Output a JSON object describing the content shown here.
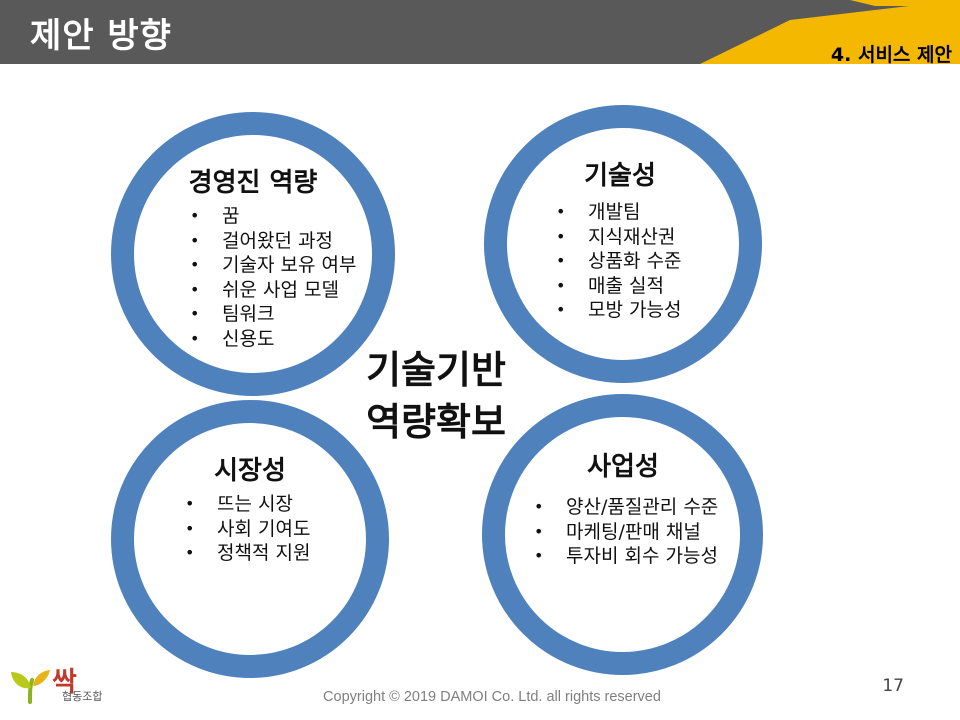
{
  "header": {
    "title": "제안 방향",
    "section_label": "4. 서비스 제안",
    "colors": {
      "bar": "#595959",
      "accent": "#f5b800"
    }
  },
  "ring_color": "#4f81bd",
  "circles": [
    {
      "title": "경영진 역량",
      "items": [
        "꿈",
        "걸어왔던 과정",
        "기술자 보유 여부",
        "쉬운 사업 모델",
        "팀워크",
        "신용도"
      ]
    },
    {
      "title": "기술성",
      "items": [
        "개발팀",
        "지식재산권",
        "상품화 수준",
        "매출 실적",
        "모방 가능성"
      ]
    },
    {
      "title": "시장성",
      "items": [
        "뜨는 시장",
        "사회 기여도",
        "정책적 지원"
      ]
    },
    {
      "title": "사업성",
      "items": [
        "양산/품질관리 수준",
        "마케팅/판매 채널",
        "투자비 회수 가능성"
      ]
    }
  ],
  "center": {
    "line1": "기술기반",
    "line2": "역량확보"
  },
  "page_number": "17",
  "copyright": "Copyright © 2019 DAMOI Co. Ltd. all rights reserved",
  "logo": {
    "main": "싹",
    "sub": "협동조합",
    "icon": "sprout-icon"
  }
}
